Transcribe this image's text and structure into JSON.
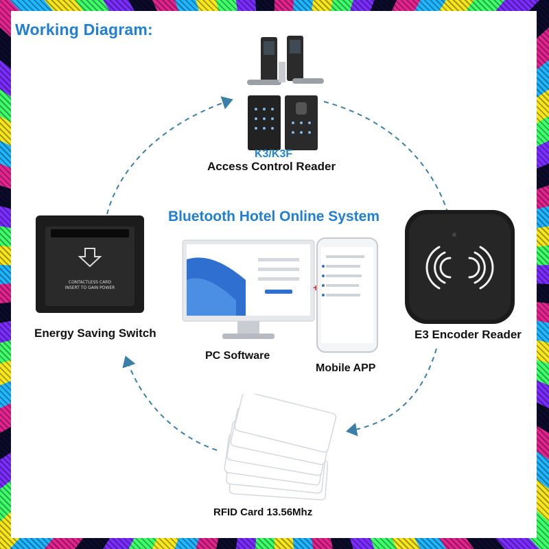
{
  "header": {
    "title": "Working Diagram:"
  },
  "center": {
    "system_title": "Bluetooth Hotel Online System"
  },
  "nodes": {
    "lock_model": "K3/K3F",
    "lock_label": "Access Control Reader",
    "switch_label": "Energy Saving Switch",
    "switch_slot_text_1": "CONTACTLESS CARD",
    "switch_slot_text_2": "INSERT TO GAIN POWER",
    "pc_label": "PC Software",
    "app_label": "Mobile APP",
    "encoder_label": "E3 Encoder Reader",
    "card_label": "RFID Card 13.56Mhz"
  },
  "colors": {
    "accent_blue": "#1f7fd6",
    "arrow_blue": "#3a7fa8",
    "device_black": "#1c1c1c"
  },
  "icons": [
    "dashed-arrow-icon",
    "plus-icon",
    "nfc-waves-icon",
    "down-arrow-icon"
  ]
}
